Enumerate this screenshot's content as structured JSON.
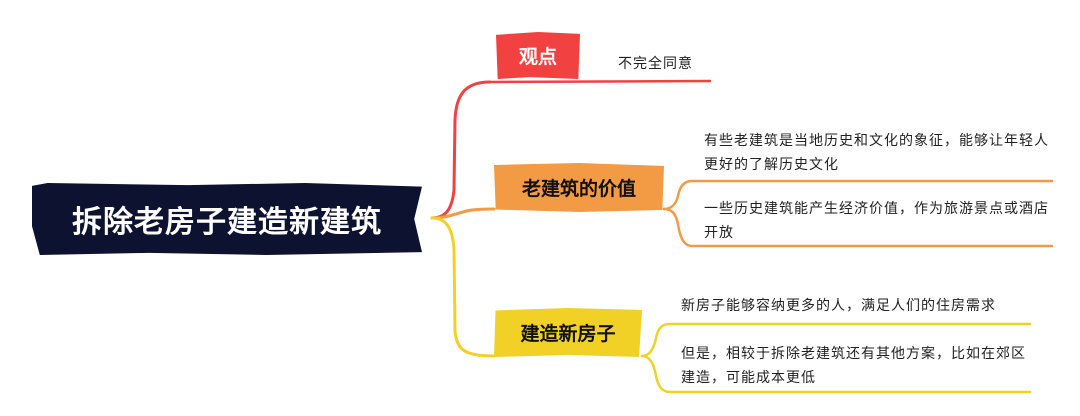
{
  "central": {
    "label": "拆除老房子建造新建筑"
  },
  "topics": [
    {
      "label": "观点",
      "color": "#f14141",
      "leaves": [
        "不完全同意"
      ]
    },
    {
      "label": "老建筑的价值",
      "color": "#f39a44",
      "leaves": [
        "有些老建筑是当地历史和文化的象征，能够让年轻人更好的了解历史文化",
        "一些历史建筑能产生经济价值，作为旅游景点或酒店开放"
      ]
    },
    {
      "label": "建造新房子",
      "color": "#f1d126",
      "leaves": [
        "新房子能够容纳更多的人，满足人们的住房需求",
        "但是，相较于拆除老建筑还有其他方案，比如在郊区建造，可能成本更低"
      ]
    }
  ]
}
